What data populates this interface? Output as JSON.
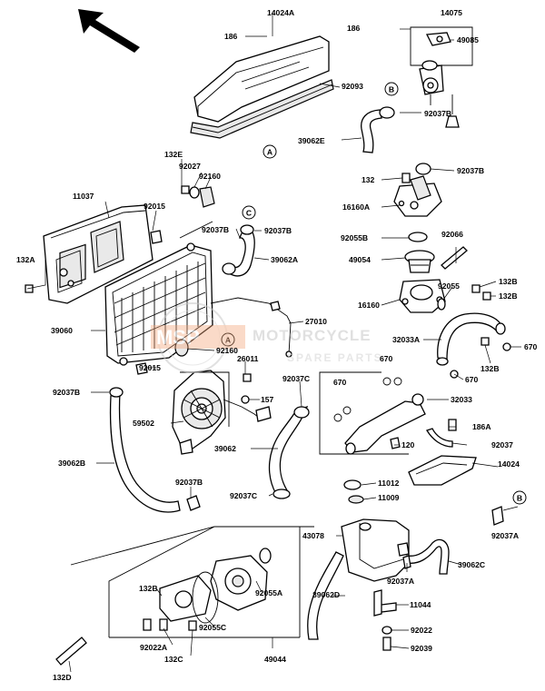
{
  "labels": {
    "p14024A": "14024A",
    "p186a": "186",
    "p92093": "92093",
    "p14075": "14075",
    "p186b": "186",
    "p49085": "49085",
    "p92037B_1": "92037B",
    "p39062E": "39062E",
    "p132E": "132E",
    "p92027": "92027",
    "p92160_1": "92160",
    "p132": "132",
    "p92037B_2": "92037B",
    "p11037": "11037",
    "p92015_1": "92015",
    "p16160A": "16160A",
    "p92037B_3": "92037B",
    "p92037B_4": "92037B",
    "p92055B": "92055B",
    "p92066": "92066",
    "p132A": "132A",
    "p39062A": "39062A",
    "p49054": "49054",
    "p92055": "92055",
    "p132B_1": "132B",
    "p132B_2": "132B",
    "p16160": "16160",
    "p39060": "39060",
    "p27010": "27010",
    "p32033A": "32033A",
    "p670_1": "670",
    "p92160_2": "92160",
    "p92015_2": "92015",
    "p26011": "26011",
    "p132B_3": "132B",
    "p670_2": "670",
    "p670_3": "670",
    "p92037C_1": "92037C",
    "p670_4": "670",
    "p92037B_5": "92037B",
    "p157": "157",
    "p32033": "32033",
    "p59502": "59502",
    "p186A": "186A",
    "p39062": "39062",
    "p120": "120",
    "p92037": "92037",
    "p39062B": "39062B",
    "p14024": "14024",
    "p11012": "11012",
    "p92037B_6": "92037B",
    "p11009": "11009",
    "p92037C_2": "92037C",
    "p43078": "43078",
    "p92037A_1": "92037A",
    "p39062C": "39062C",
    "p132B_4": "132B",
    "p92055A": "92055A",
    "p92037A_2": "92037A",
    "p39062D": "39062D",
    "p11044": "11044",
    "p92022A": "92022A",
    "p92055C": "92055C",
    "p92022": "92022",
    "p132C": "132C",
    "p49044": "49044",
    "p92039": "92039",
    "p132D": "132D"
  },
  "refs": {
    "a1": "A",
    "a2": "A",
    "b1": "B",
    "b2": "B",
    "c1": "C"
  },
  "watermark": {
    "brand": "MSP",
    "line1": "MOTORCYCLE",
    "line2": "SPARE PARTS"
  }
}
